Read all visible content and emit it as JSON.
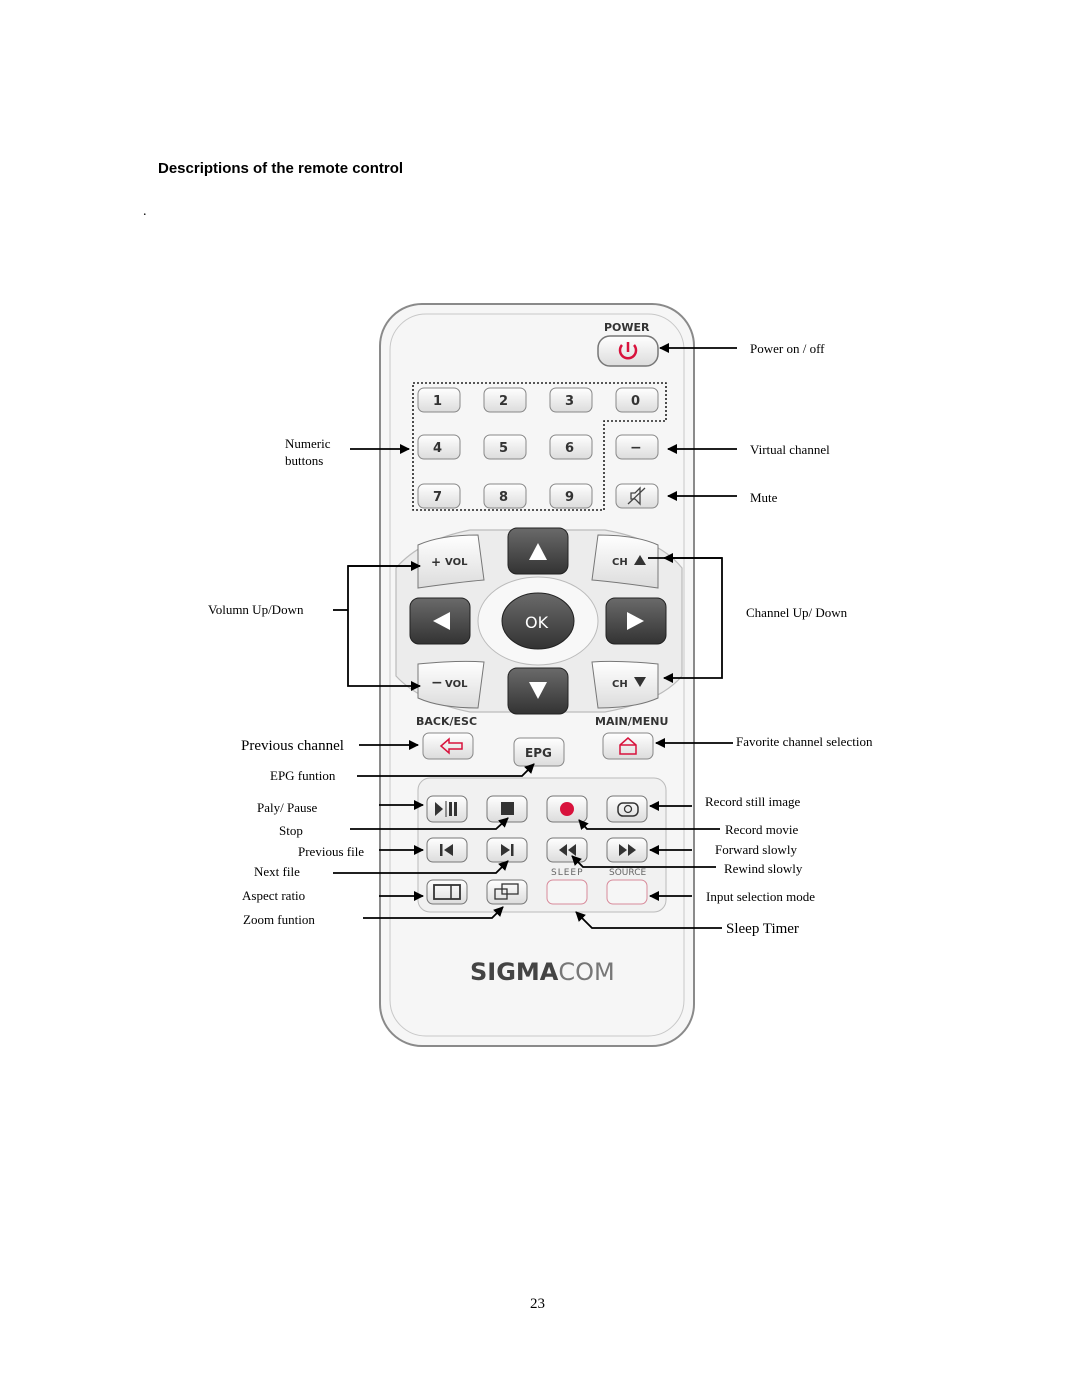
{
  "heading": "Descriptions of the remote control",
  "bullet": ".",
  "page_number": "23",
  "remote": {
    "power_label": "POWER",
    "digits": [
      "1",
      "2",
      "3",
      "0",
      "4",
      "5",
      "6",
      "7",
      "8",
      "9"
    ],
    "dash": "−",
    "vol_up": "VOL",
    "vol_down": "VOL",
    "ch_up": "CH",
    "ch_down": "CH",
    "ok": "OK",
    "back_esc": "BACK/ESC",
    "main_menu": "MAIN/MENU",
    "epg": "EPG",
    "sleep": "SLEEP",
    "source": "SOURCE",
    "brand_bold": "SIGMA",
    "brand_light": "COM"
  },
  "labels": {
    "power": "Power on / off",
    "numeric_1": "Numeric",
    "numeric_2": "buttons",
    "virtual_channel": "Virtual channel",
    "mute": "Mute",
    "volume": "Volumn Up/Down",
    "channel": "Channel Up/ Down",
    "previous_channel": "Previous channel",
    "favorite": "Favorite channel selection",
    "epg": "EPG funtion",
    "play_pause": "Paly/ Pause",
    "record_still": "Record still image",
    "stop": "Stop",
    "record_movie": "Record movie",
    "previous_file": "Previous file",
    "forward_slowly": "Forward slowly",
    "next_file": "Next file",
    "rewind_slowly": "Rewind slowly",
    "aspect_ratio": "Aspect ratio",
    "input_selection": "Input selection mode",
    "zoom": "Zoom funtion",
    "sleep_timer": "Sleep Timer"
  },
  "colors": {
    "accent_red": "#d8123c",
    "button_dark": "#4a4a4a"
  }
}
